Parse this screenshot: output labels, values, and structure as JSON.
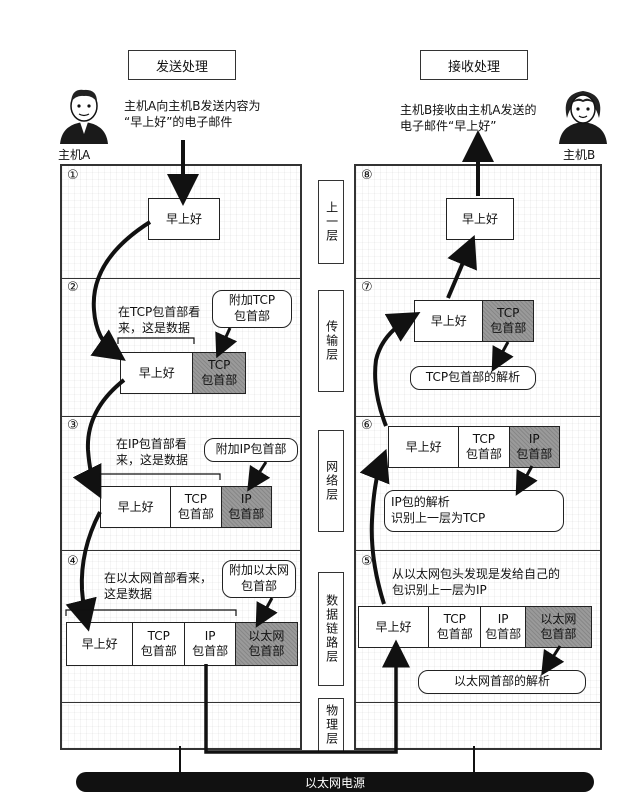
{
  "headers": {
    "send": "发送处理",
    "receive": "接收处理"
  },
  "host_a": {
    "label": "主机A",
    "caption": "主机A向主机B发送内容为\n“早上好”的电子邮件"
  },
  "host_b": {
    "label": "主机B",
    "caption": "主机B接收由主机A发送的\n电子邮件“早上好”"
  },
  "steps": {
    "s1": "①",
    "s2": "②",
    "s3": "③",
    "s4": "④",
    "s5": "⑤",
    "s6": "⑥",
    "s7": "⑦",
    "s8": "⑧"
  },
  "layers": {
    "upper": "上一层",
    "transport": "传输层",
    "network": "网络层",
    "datalink": "数据链路层",
    "physical": "物理层"
  },
  "fields": {
    "data": "早上好",
    "tcp": "TCP\n包首部",
    "ip": "IP\n包首部",
    "eth": "以太网\n包首部"
  },
  "left_notes": {
    "tcp_view": "在TCP包首部看\n来，这是数据",
    "add_tcp": "附加TCP\n包首部",
    "ip_view": "在IP包首部看\n来，这是数据",
    "add_ip": "附加IP包首部",
    "eth_view": "在以太网首部看来，\n这是数据",
    "add_eth": "附加以太网\n包首部"
  },
  "right_notes": {
    "eth_parse": "以太网首部的解析",
    "eth_found": "从以太网包头发现是发给自己的\n包识别上一层为IP",
    "ip_parse": "IP包的解析\n识别上一层为TCP",
    "tcp_parse": "TCP包首部的解析"
  },
  "bus": {
    "label": "以太网电源"
  }
}
